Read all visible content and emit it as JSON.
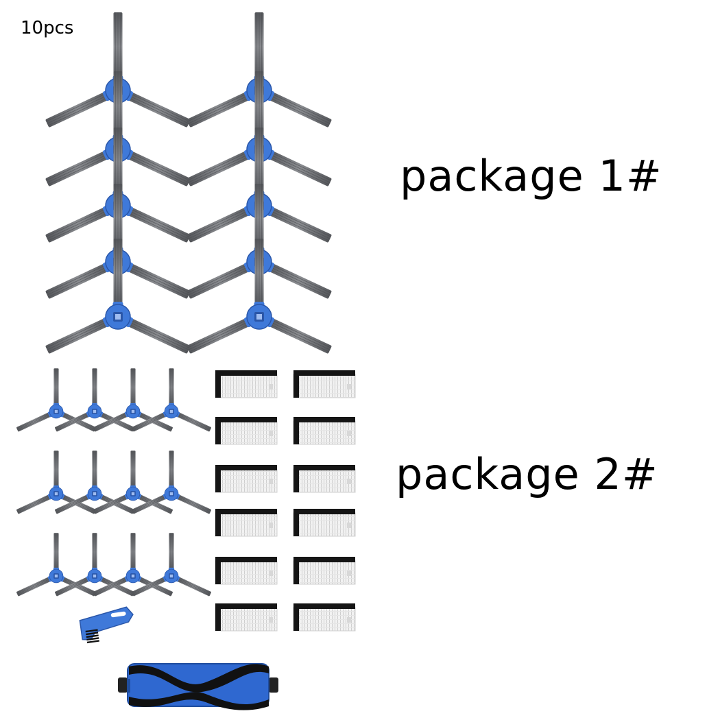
{
  "labels": {
    "count": "10pcs",
    "package_1": "package 1#",
    "package_2": "package 2#"
  },
  "colors": {
    "hub": "#3f79d9",
    "hub_dark": "#2a56a8",
    "bristle": "#6d6f73",
    "bristle_dark": "#4a4c50",
    "foam": "#151515",
    "pleat": "#e3e3e3",
    "roller_hub": "#2f68d0"
  },
  "items": {
    "large_side_brushes": 10,
    "small_side_brushes": 12,
    "filters": 12,
    "cleaning_tool": 1,
    "main_roller_brush": 1
  }
}
